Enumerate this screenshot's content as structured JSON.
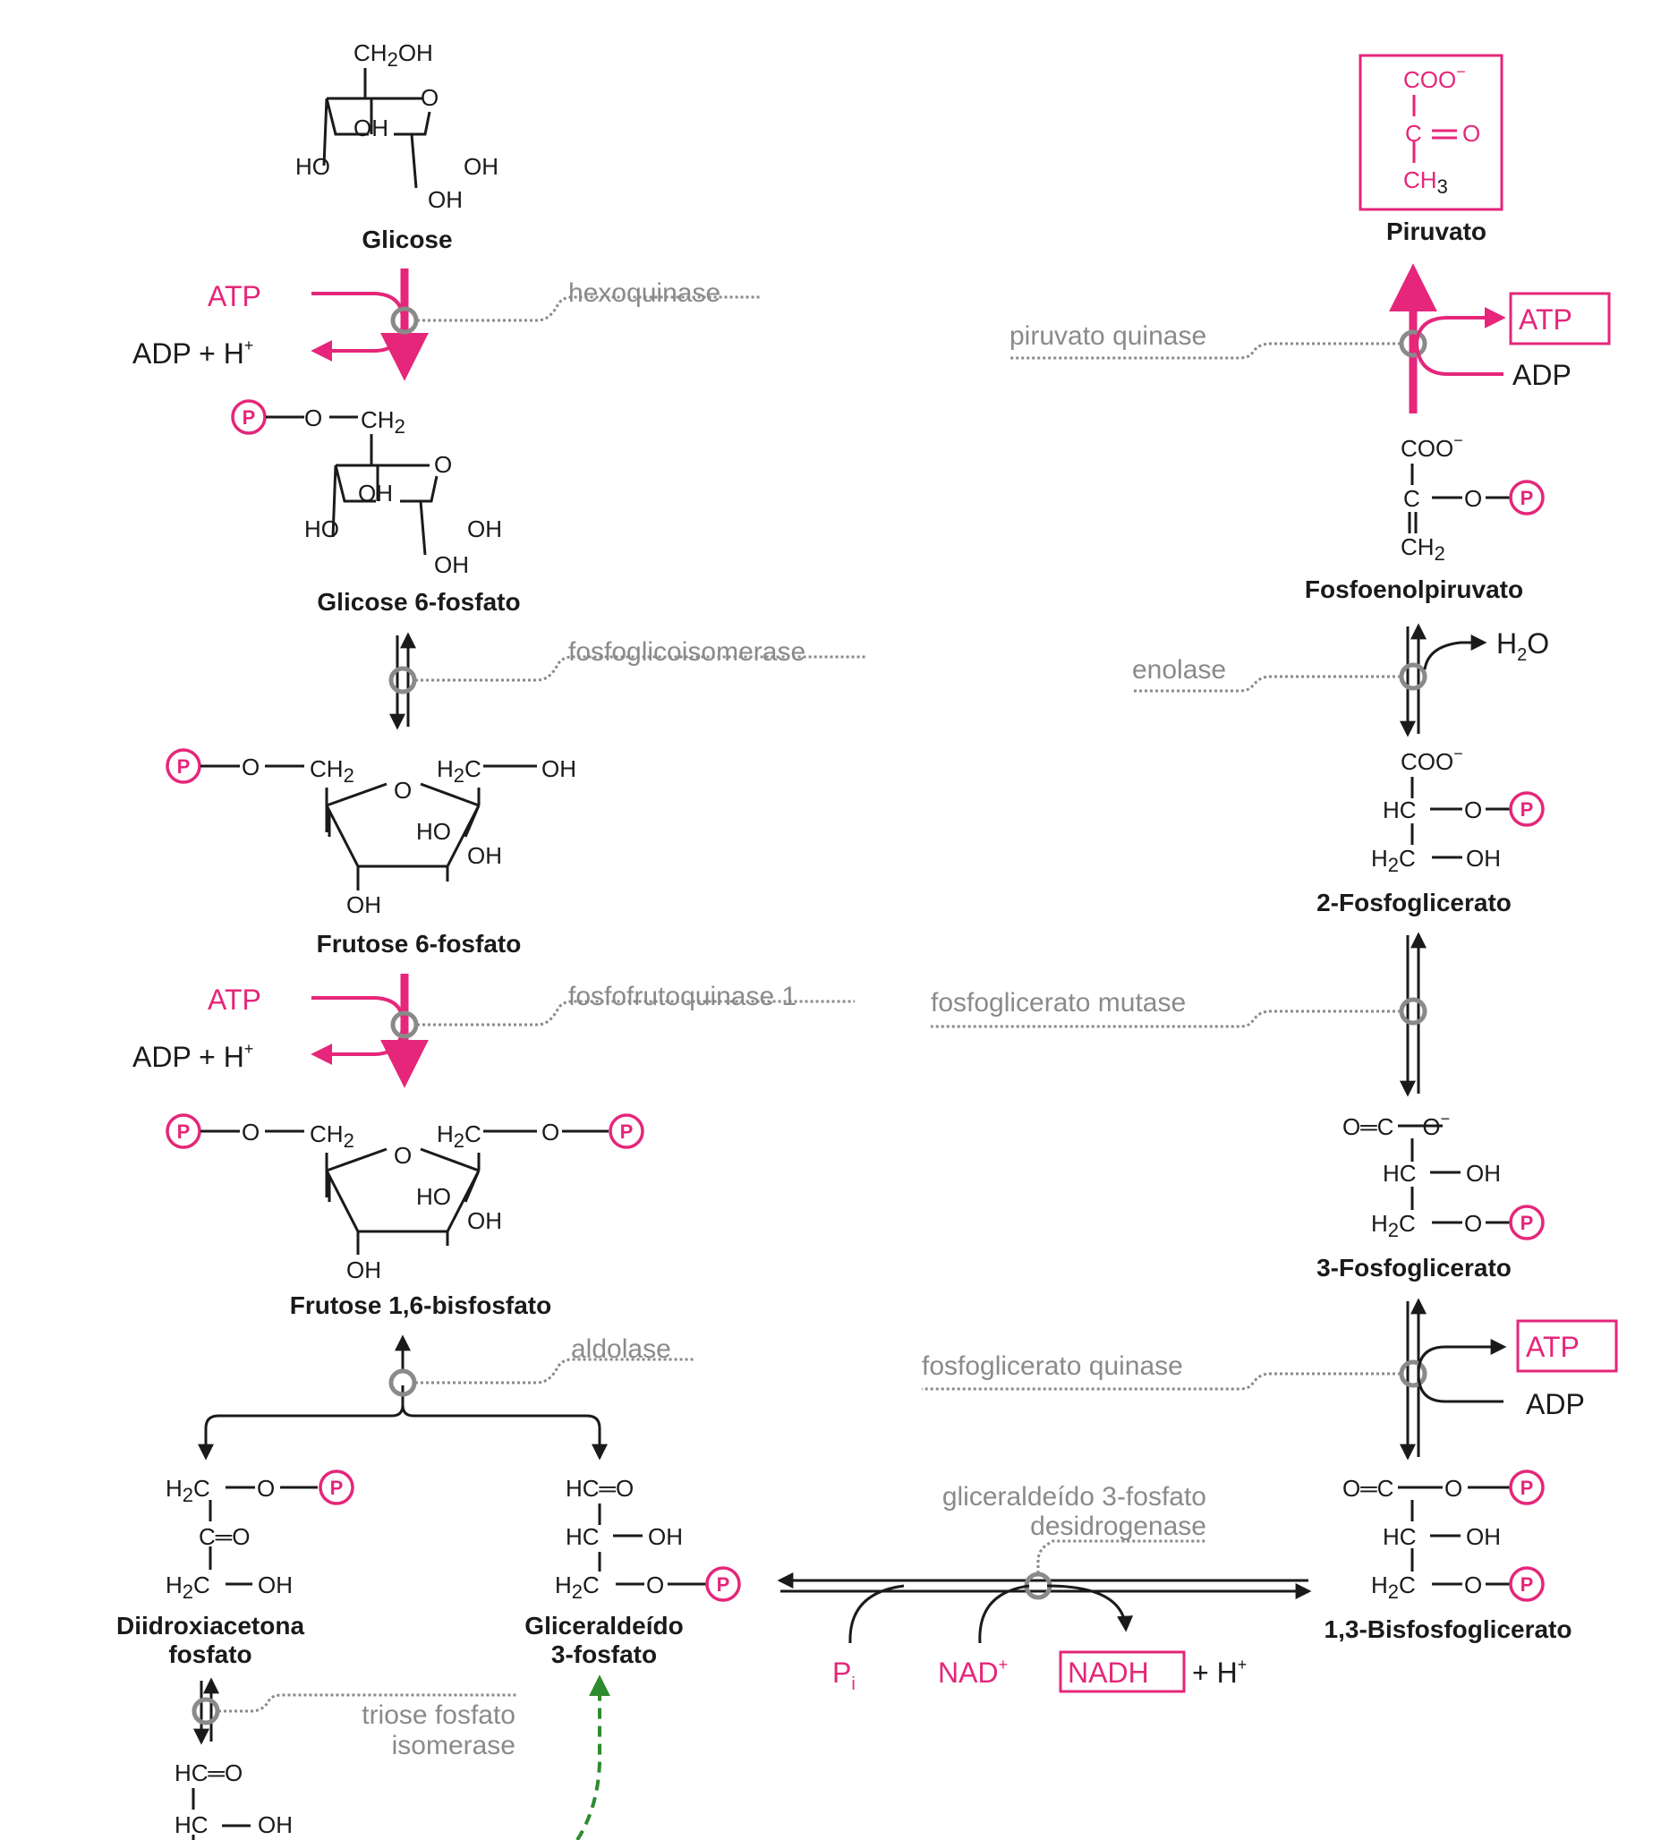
{
  "compounds": {
    "glucose": "Glicose",
    "g6p": "Glicose 6-fosfato",
    "f6p": "Frutose 6-fosfato",
    "f16bp": "Frutose 1,6-bisfosfato",
    "dhap_line1": "Diidroxiacetona",
    "dhap_line2": "fosfato",
    "g3p_line1": "Gliceraldeído",
    "g3p_line2": "3-fosfato",
    "bpg13": "1,3-Bisfosfoglicerato",
    "pg3": "3-Fosfoglicerato",
    "pg2": "2-Fosfoglicerato",
    "pep": "Fosfoenolpiruvato",
    "pyruvate": "Piruvato"
  },
  "enzymes": {
    "hexokinase": "hexoquinase",
    "pgi": "fosfoglicoisomerase",
    "pfk": "fosfofrutoquinase 1",
    "aldolase": "aldolase",
    "tpi_line1": "triose fosfato",
    "tpi_line2": "isomerase",
    "gapdh_line1": "gliceraldeído 3-fosfato",
    "gapdh_line2": "desidrogenase",
    "pgk": "fosfoglicerato quinase",
    "pgm": "fosfoglicerato mutase",
    "enolase": "enolase",
    "pk": "piruvato quinase"
  },
  "cofactors": {
    "atp": "ATP",
    "adp_h": "ADP + H",
    "h_sup": "+",
    "adp": "ADP",
    "pi": "P",
    "pi_sub": "i",
    "nad": "NAD",
    "nadh": "NADH",
    "plus_h": "+ H",
    "h2o": "H",
    "h2o_2": "O",
    "two": "2"
  },
  "groups": {
    "phosphate": "P",
    "ch2oh": "CH",
    "oh": "OH",
    "ho": "HO",
    "o": "O",
    "ch2": "CH",
    "h2c": "H",
    "c": "C",
    "hc": "HC",
    "coo": "COO",
    "minus": "−",
    "ch3": "CH",
    "three": "3",
    "eq_o": "C═O",
    "o_eq_c": "O═C",
    "hc_eq_o": "HC═O"
  },
  "colors": {
    "accent": "#e5267a",
    "enzyme": "#8a8a8a",
    "text": "#1a1a1a",
    "regeneration_arrow": "#2e8b2e"
  }
}
